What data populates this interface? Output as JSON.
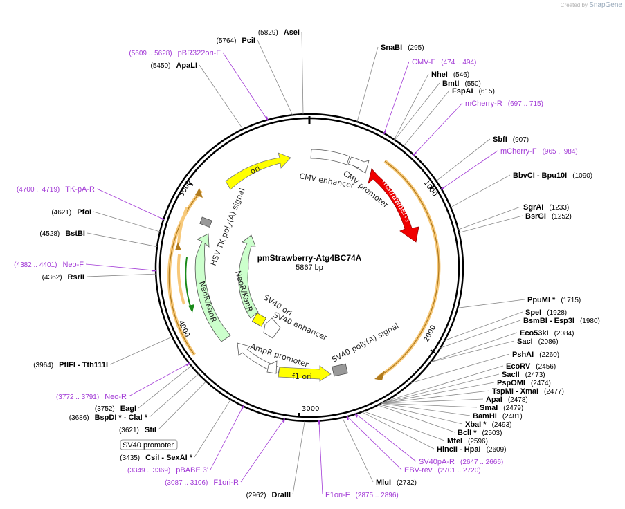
{
  "credit": {
    "prefix": "Created by",
    "brand": "SnapGene"
  },
  "plasmid": {
    "name": "pmStrawberry-Atg4BC74A",
    "size_label": "5867 bp",
    "length": 5867
  },
  "colors": {
    "enzyme": "#000000",
    "primer": "#a23ad6",
    "mStrawberry": "#f00000",
    "ori": "#ffff00",
    "neo": "#ccffcc",
    "cmv": "#ffffff",
    "orf_highlight": "#f7c97a"
  },
  "ticks": [
    "1000",
    "2000",
    "3000",
    "4000",
    "5000"
  ],
  "features": [
    {
      "name": "CMV enhancer",
      "label": "CMV enhancer",
      "color": "#ffffff"
    },
    {
      "name": "CMV promoter",
      "label": "CMV promoter",
      "color": "#ffffff"
    },
    {
      "name": "mStrawberry",
      "label": "mStrawberry",
      "color": "#f00000"
    },
    {
      "name": "ori",
      "label": "ori",
      "color": "#ffff00"
    },
    {
      "name": "HSV TK poly(A) signal",
      "label": "HSV TK poly(A) signal",
      "color": "#999999"
    },
    {
      "name": "NeoR/KanR outer",
      "label": "NeoR/KanR",
      "color": "#ccffcc"
    },
    {
      "name": "NeoR/KanR inner",
      "label": "NeoR/KanR",
      "color": "#ccffcc"
    },
    {
      "name": "SV40 ori",
      "label": "SV40 ori",
      "color": "#ffff00"
    },
    {
      "name": "SV40 enhancer",
      "label": "SV40 enhancer",
      "color": "#ffffff"
    },
    {
      "name": "AmpR promoter",
      "label": "AmpR promoter",
      "color": "#ffffff"
    },
    {
      "name": "f1 ori",
      "label": "f1 ori",
      "color": "#ffff00"
    },
    {
      "name": "SV40 poly(A) signal",
      "label": "SV40 poly(A) signal",
      "color": "#999999"
    }
  ],
  "right_labels": [
    {
      "name": "SnaBI",
      "pos": "(295)",
      "type": "enzyme"
    },
    {
      "name": "CMV-F",
      "pos": "(474 .. 494)",
      "type": "primer"
    },
    {
      "name": "NheI",
      "pos": "(546)",
      "type": "enzyme"
    },
    {
      "name": "BmtI",
      "pos": "(550)",
      "type": "enzyme"
    },
    {
      "name": "FspAI",
      "pos": "(615)",
      "type": "enzyme"
    },
    {
      "name": "mCherry-R",
      "pos": "(697 .. 715)",
      "type": "primer"
    },
    {
      "name": "SbfI",
      "pos": "(907)",
      "type": "enzyme"
    },
    {
      "name": "mCherry-F",
      "pos": "(965 .. 984)",
      "type": "primer"
    },
    {
      "name": "BbvCI - Bpu10I",
      "pos": "(1090)",
      "type": "enzyme"
    },
    {
      "name": "SgrAI",
      "pos": "(1233)",
      "type": "enzyme"
    },
    {
      "name": "BsrGI",
      "pos": "(1252)",
      "type": "enzyme"
    },
    {
      "name": "PpuMI *",
      "pos": "(1715)",
      "type": "enzyme"
    },
    {
      "name": "SpeI",
      "pos": "(1928)",
      "type": "enzyme"
    },
    {
      "name": "BsmBI - Esp3I",
      "pos": "(1980)",
      "type": "enzyme"
    },
    {
      "name": "Eco53kI",
      "pos": "(2084)",
      "type": "enzyme"
    },
    {
      "name": "SacI",
      "pos": "(2086)",
      "type": "enzyme"
    },
    {
      "name": "PshAI",
      "pos": "(2260)",
      "type": "enzyme"
    },
    {
      "name": "EcoRV",
      "pos": "(2456)",
      "type": "enzyme"
    },
    {
      "name": "SacII",
      "pos": "(2473)",
      "type": "enzyme"
    },
    {
      "name": "PspOMI",
      "pos": "(2474)",
      "type": "enzyme"
    },
    {
      "name": "TspMI - XmaI",
      "pos": "(2477)",
      "type": "enzyme"
    },
    {
      "name": "ApaI",
      "pos": "(2478)",
      "type": "enzyme"
    },
    {
      "name": "SmaI",
      "pos": "(2479)",
      "type": "enzyme"
    },
    {
      "name": "BamHI",
      "pos": "(2481)",
      "type": "enzyme"
    },
    {
      "name": "XbaI *",
      "pos": "(2493)",
      "type": "enzyme"
    },
    {
      "name": "BclI *",
      "pos": "(2503)",
      "type": "enzyme"
    },
    {
      "name": "MfeI",
      "pos": "(2596)",
      "type": "enzyme"
    },
    {
      "name": "HincII - HpaI",
      "pos": "(2609)",
      "type": "enzyme"
    },
    {
      "name": "SV40pA-R",
      "pos": "(2647 .. 2666)",
      "type": "primer"
    },
    {
      "name": "EBV-rev",
      "pos": "(2701 .. 2720)",
      "type": "primer"
    },
    {
      "name": "MluI",
      "pos": "(2732)",
      "type": "enzyme"
    },
    {
      "name": "F1ori-F",
      "pos": "(2875 .. 2896)",
      "type": "primer"
    }
  ],
  "left_labels": [
    {
      "name": "AseI",
      "pos": "(5829)",
      "type": "enzyme"
    },
    {
      "name": "PciI",
      "pos": "(5764)",
      "type": "enzyme"
    },
    {
      "name": "pBR322ori-F",
      "pos": "(5609 .. 5628)",
      "type": "primer"
    },
    {
      "name": "ApaLI",
      "pos": "(5450)",
      "type": "enzyme"
    },
    {
      "name": "TK-pA-R",
      "pos": "(4700 .. 4719)",
      "type": "primer"
    },
    {
      "name": "PfoI",
      "pos": "(4621)",
      "type": "enzyme"
    },
    {
      "name": "BstBI",
      "pos": "(4528)",
      "type": "enzyme"
    },
    {
      "name": "Neo-F",
      "pos": "(4382 .. 4401)",
      "type": "primer"
    },
    {
      "name": "RsrII",
      "pos": "(4362)",
      "type": "enzyme"
    },
    {
      "name": "PflFI - Tth111I",
      "pos": "(3964)",
      "type": "enzyme"
    },
    {
      "name": "Neo-R",
      "pos": "(3772 .. 3791)",
      "type": "primer"
    },
    {
      "name": "EagI",
      "pos": "(3752)",
      "type": "enzyme"
    },
    {
      "name": "BspDI * - ClaI *",
      "pos": "(3686)",
      "type": "enzyme"
    },
    {
      "name": "SfiI",
      "pos": "(3621)",
      "type": "enzyme"
    },
    {
      "name": "SV40 promoter",
      "pos": "",
      "type": "boxed"
    },
    {
      "name": "CsiI - SexAI *",
      "pos": "(3435)",
      "type": "enzyme"
    },
    {
      "name": "pBABE 3'",
      "pos": "(3349 .. 3369)",
      "type": "primer"
    },
    {
      "name": "F1ori-R",
      "pos": "(3087 .. 3106)",
      "type": "primer"
    },
    {
      "name": "DraIII",
      "pos": "(2962)",
      "type": "enzyme"
    }
  ]
}
